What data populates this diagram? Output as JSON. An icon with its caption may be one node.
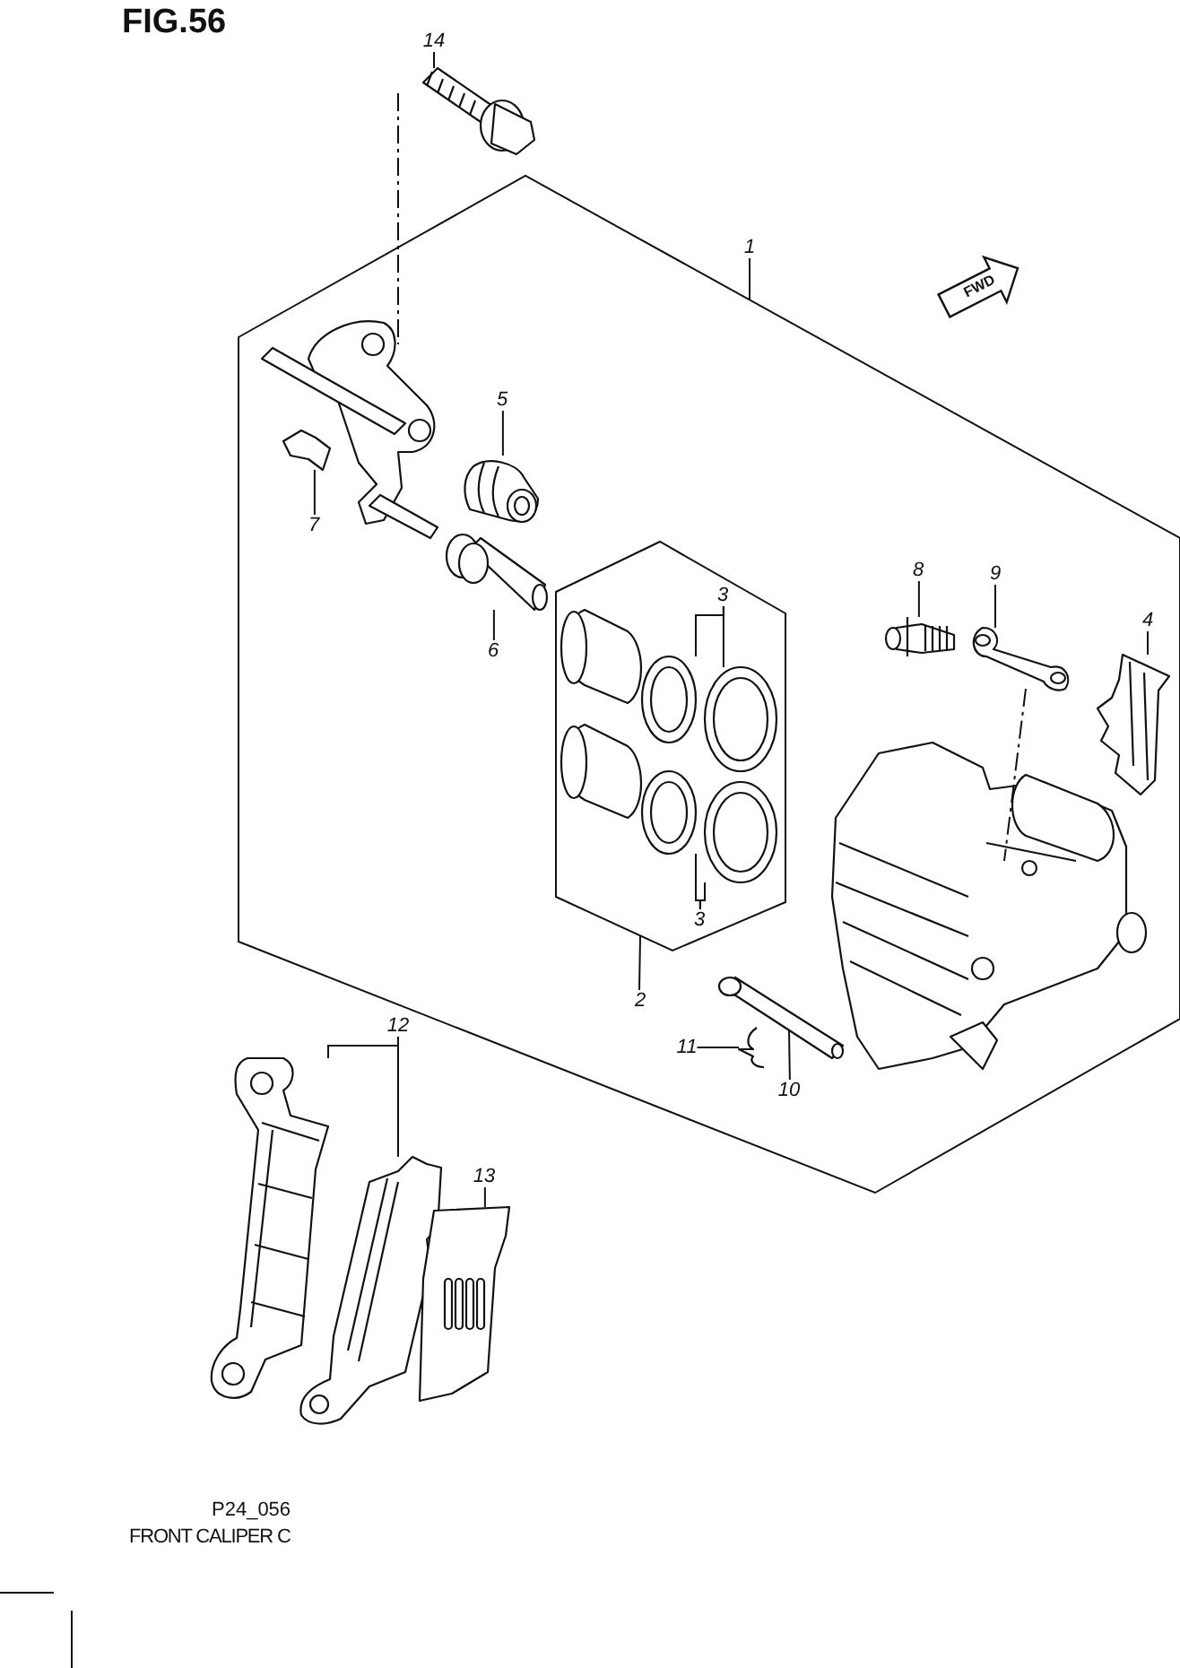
{
  "diagram": {
    "title": "FIG.56",
    "nodes": [
      {
        "text": [
          "14"
        ]
      },
      {
        "text": [],
        "shape": "picture"
      },
      {
        "text": [
          "1"
        ]
      },
      {
        "text": [],
        "shape": "box"
      },
      {
        "text": [
          "5"
        ],
        "in": 3
      },
      {
        "text": [],
        "shape": "picture",
        "in": 3
      },
      {
        "text": [
          "7"
        ],
        "in": 3
      },
      {
        "text": [],
        "shape": "picture",
        "in": 3
      },
      {
        "text": [
          "6"
        ],
        "in": 3
      },
      {
        "text": [],
        "shape": "picture",
        "in": 3
      },
      {
        "text": [
          "2"
        ],
        "in": 3
      },
      {
        "text": [],
        "shape": "box",
        "in": 3
      },
      {
        "text": [
          "3"
        ],
        "in": 11
      },
      {
        "text": [],
        "shape": "picture",
        "in": 11
      },
      {
        "text": [],
        "shape": "picture",
        "in": 11
      },
      {
        "text": [
          "3"
        ],
        "in": 11
      },
      {
        "text": [],
        "shape": "picture",
        "in": 11
      },
      {
        "text": [],
        "shape": "picture",
        "in": 11
      },
      {
        "text": [
          "8"
        ],
        "in": 3
      },
      {
        "text": [],
        "shape": "picture",
        "in": 3
      },
      {
        "text": [
          "9"
        ],
        "in": 3
      },
      {
        "text": [],
        "shape": "picture",
        "in": 3
      },
      {
        "text": [
          "4"
        ],
        "in": 3
      },
      {
        "text": [],
        "shape": "picture",
        "in": 3
      },
      {
        "text": [
          "11"
        ],
        "in": 3
      },
      {
        "text": [],
        "shape": "picture",
        "in": 3
      },
      {
        "text": [
          "10"
        ],
        "in": 3
      },
      {
        "text": [],
        "shape": "picture",
        "in": 3
      },
      {
        "text": [
          "12"
        ]
      },
      {
        "text": [],
        "shape": "picture"
      },
      {
        "text": [],
        "shape": "picture"
      },
      {
        "text": [
          "13"
        ]
      },
      {
        "text": [],
        "shape": "picture"
      }
    ],
    "edges": [
      {
        "from": 0,
        "to": 1,
        "arrow": "none"
      },
      {
        "from": 2,
        "to": 3,
        "arrow": "none"
      },
      {
        "from": 4,
        "to": 5,
        "arrow": "none"
      },
      {
        "from": 6,
        "to": 7,
        "arrow": "none"
      },
      {
        "from": 8,
        "to": 9,
        "arrow": "none"
      },
      {
        "from": 10,
        "to": 11,
        "arrow": "none"
      },
      {
        "from": 12,
        "to": 13,
        "arrow": "none"
      },
      {
        "from": 12,
        "to": 14,
        "arrow": "none"
      },
      {
        "from": 15,
        "to": 16,
        "arrow": "none"
      },
      {
        "from": 15,
        "to": 17,
        "arrow": "none"
      },
      {
        "from": 18,
        "to": 19,
        "arrow": "none"
      },
      {
        "from": 20,
        "to": 21,
        "arrow": "none"
      },
      {
        "from": 22,
        "to": 23,
        "arrow": "none"
      },
      {
        "from": 24,
        "to": 25,
        "arrow": "none"
      },
      {
        "from": 26,
        "to": 27,
        "arrow": "none"
      },
      {
        "from": 28,
        "to": 29,
        "arrow": "none"
      },
      {
        "from": 28,
        "to": 30,
        "arrow": "none"
      },
      {
        "from": 31,
        "to": 32,
        "arrow": "none"
      }
    ],
    "labels": [
      "FWD",
      "P24_056",
      "FRONT CALIPER C"
    ]
  }
}
